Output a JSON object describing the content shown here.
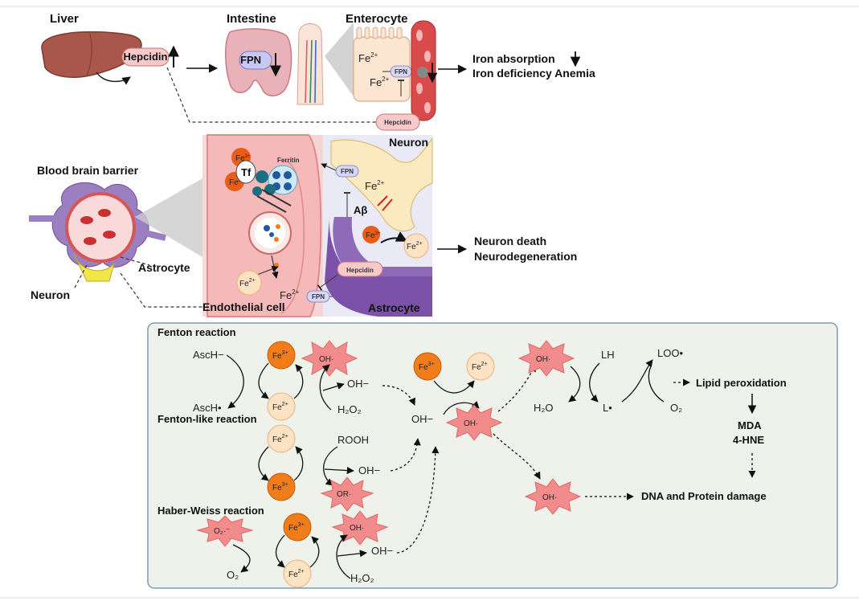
{
  "liver": "Liver",
  "intestine": "Intestine",
  "enterocyte": "Enterocyte",
  "hepcidin": "Hepcidin",
  "fpn": "FPN",
  "fe2": "Fe",
  "fe2_sup": "2+",
  "fe3_sup": "3+",
  "iron_absorption": "Iron absorption",
  "iron_deficiency": "Iron deficiency Anemia",
  "bbb": "Blood brain barrier",
  "neuron": "Neuron",
  "astrocyte": "Astrocyte",
  "endothelial": "Endothelial cell",
  "ferritin": "Ferritin",
  "tf": "Tf",
  "abeta": "Aβ",
  "neuron_death": "Neuron death",
  "neurodegeneration": "Neurodegeneration",
  "fenton": "Fenton reaction",
  "fenton_like": "Fenton-like reaction",
  "haber_weiss": "Haber-Weiss reaction",
  "asch_minus": "AscH−",
  "asch_dot": "AscH•",
  "h2o2": "H₂O₂",
  "oh_minus": "OH−",
  "oh_rad": "OH·",
  "rooh": "ROOH",
  "or_rad": "OR·",
  "o2_rad": "O₂·⁻",
  "o2": "O₂",
  "lh": "LH",
  "loo": "LOO•",
  "l_dot": "L•",
  "h2o": "H₂O",
  "lipid_perox": "Lipid peroxidation",
  "mda": "MDA",
  "hne": "4-HNE",
  "dna_damage": "DNA and Protein damage",
  "colors": {
    "fe3": "#f07d1a",
    "fe2": "#fde3c4",
    "radical": "#f28b8b",
    "panel": "#eef2ea",
    "panel_border": "#7d9bb5"
  }
}
